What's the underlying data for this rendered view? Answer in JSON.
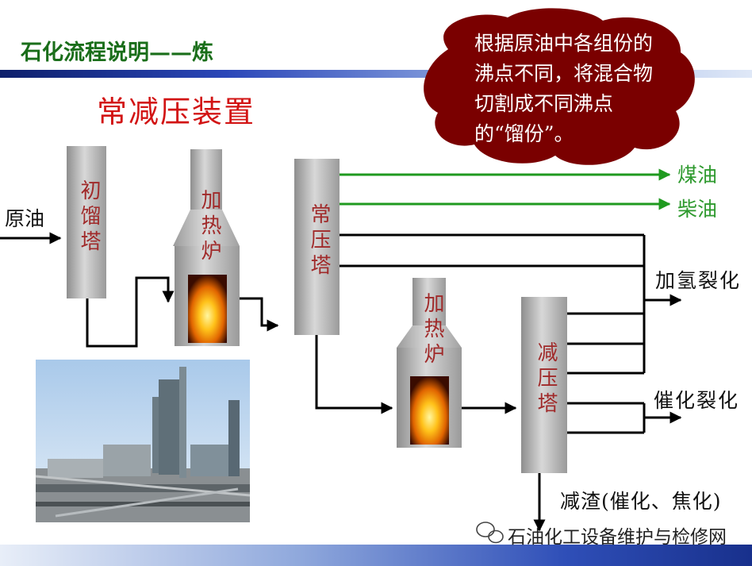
{
  "header": {
    "title": "石化流程说明——炼"
  },
  "main_title": "常减压装置",
  "bubble": {
    "text": "根据原油中各组份的沸点不同，将混合物切割成不同沸点的“馏份”。"
  },
  "units": {
    "pre_tower": "初馏塔",
    "furnace1": "加热炉",
    "atm_tower": "常压塔",
    "furnace2": "加热炉",
    "vac_tower": "减压塔"
  },
  "labels": {
    "crude": "原油",
    "kerosene": "煤油",
    "diesel": "柴油",
    "hydrocracking": "加氢裂化",
    "fcc": "催化裂化",
    "residue": "减渣(催化、焦化)"
  },
  "watermark": "石油化工设备维护与检修网",
  "colors": {
    "green_line": "#1f9a1f",
    "title_red": "#d21414",
    "bubble": "#7a0000"
  }
}
